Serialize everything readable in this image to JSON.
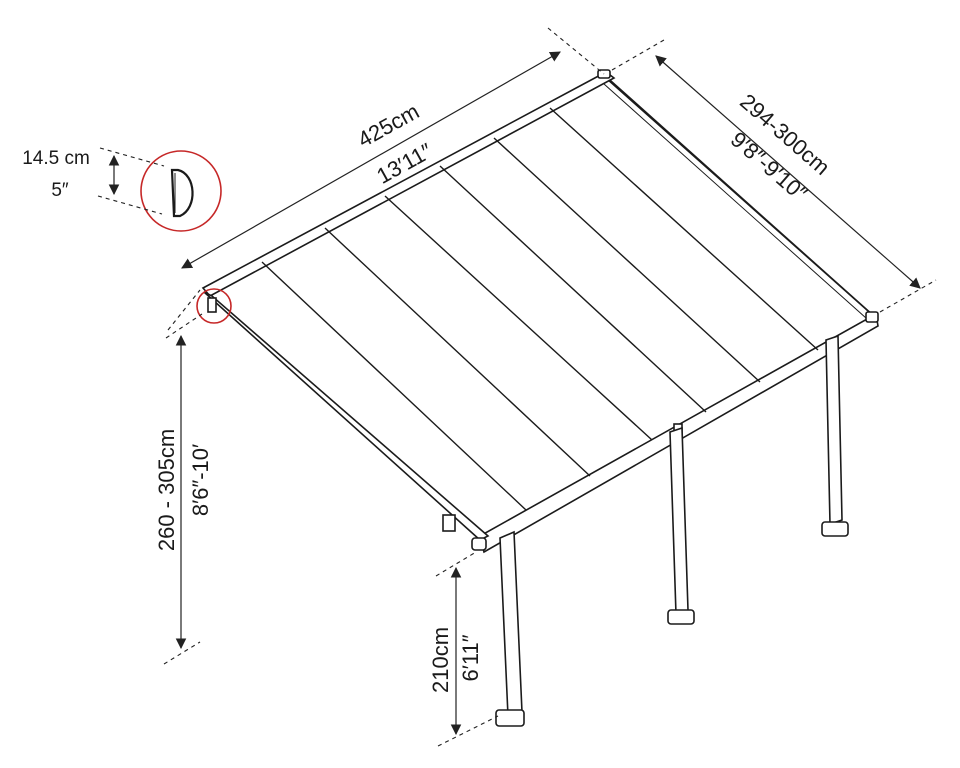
{
  "dimensions": {
    "width": {
      "metric": "425cm",
      "imperial": "13′11″"
    },
    "depth": {
      "metric": "294-300cm",
      "imperial": "9′8″-9′10″"
    },
    "height": {
      "metric": "260 - 305cm",
      "imperial": "8′6″-10′"
    },
    "clearance": {
      "metric": "210cm",
      "imperial": "6′11″"
    },
    "profile": {
      "metric": "14.5 cm",
      "imperial": "5″"
    }
  },
  "colors": {
    "highlight": "#c62828",
    "line": "#1b1b1b"
  },
  "icons": [
    "gutter-profile-icon"
  ]
}
